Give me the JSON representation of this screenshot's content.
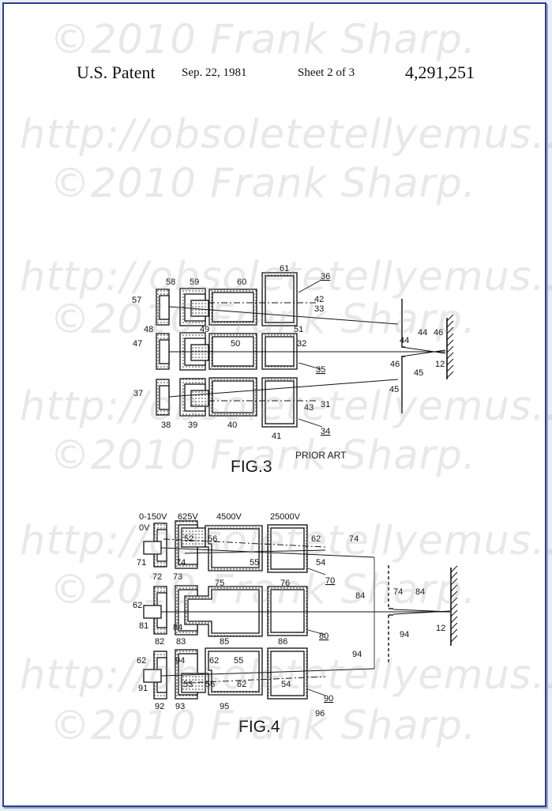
{
  "header": {
    "patent": "U.S. Patent",
    "date": "Sep. 22, 1981",
    "sheet": "Sheet 2 of 3",
    "number": "4,291,251"
  },
  "watermarks": [
    "©2010 Frank Sharp.",
    "http://obsoletetellyemus...",
    "©2010 Frank Sharp.",
    "http://obsoletetellyemus...",
    "©2010 Frank Sharp.",
    "http://obsoletetellyemus...",
    "©2010 Frank Sharp.",
    "http://obsoletetellyemus...",
    "©2010 Frank Sharp.",
    "http://obsoletetellyemus...",
    "©2010 Frank Sharp."
  ],
  "fig3": {
    "caption": "FIG.3",
    "note": "PRIOR ART",
    "labels": {
      "l61": "61",
      "l36": "36",
      "l58": "58",
      "l59": "59",
      "l60": "60",
      "l57": "57",
      "l42": "42",
      "l33": "33",
      "l48": "48",
      "l49": "49",
      "l51": "51",
      "l47": "47",
      "l50": "50",
      "l32": "32",
      "l44a": "44",
      "l44b": "44",
      "l46a": "46",
      "l46b": "46",
      "l12": "12",
      "l45a": "45",
      "l35": "35",
      "l45b": "45",
      "l37": "37",
      "l31": "31",
      "l43": "43",
      "l38": "38",
      "l39": "39",
      "l40": "40",
      "l41": "41",
      "l34": "34"
    }
  },
  "fig4": {
    "caption": "FIG.4",
    "voltages": {
      "v1": "0-150V",
      "v2": "625V",
      "v3": "4500V",
      "v4": "25000V",
      "v0": "0V"
    },
    "labels": {
      "l52a": "52",
      "l56a": "56",
      "l62a": "62",
      "l74a": "74",
      "l71": "71",
      "l74b": "74",
      "l55a": "55",
      "l54a": "54",
      "l72": "72",
      "l73": "73",
      "l75": "75",
      "l76": "76",
      "l70": "70",
      "l62b": "62",
      "l84a": "84",
      "l74c": "74",
      "l84b": "84",
      "l81": "81",
      "l84c": "84",
      "l94a": "94",
      "l82": "82",
      "l83": "83",
      "l85": "85",
      "l86": "86",
      "l80": "80",
      "l12": "12",
      "l62c": "62",
      "l94b": "94",
      "l62d": "62",
      "l55b": "55",
      "l94c": "94",
      "l91": "91",
      "l53": "53",
      "l56b": "56",
      "l62e": "62",
      "l54b": "54",
      "l92": "92",
      "l93": "93",
      "l95": "95",
      "l90": "90",
      "l96": "96"
    }
  }
}
